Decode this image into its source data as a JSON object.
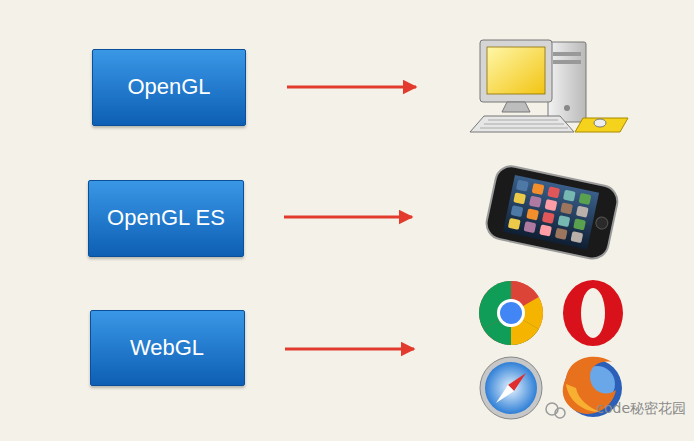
{
  "diagram": {
    "nodes": [
      {
        "text": [
          "OpenGL"
        ]
      },
      {
        "text": [
          "OpenGL ES"
        ]
      },
      {
        "text": [
          "WebGL"
        ]
      }
    ],
    "labels": [
      "code秘密花园"
    ]
  }
}
